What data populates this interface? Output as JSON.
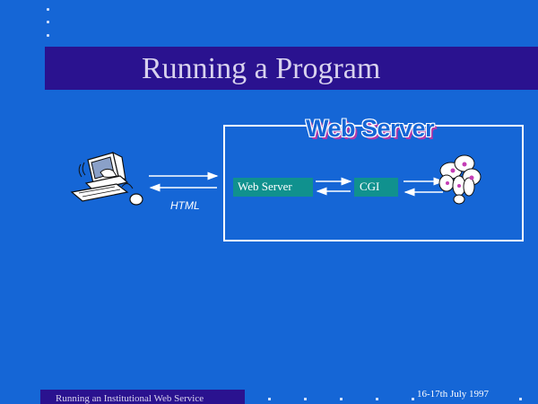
{
  "slide": {
    "title": "Running a Program",
    "server_title": "Web Server",
    "web_server_label": "Web Server",
    "cgi_label": "CGI",
    "html_label": "HTML"
  },
  "footer": {
    "left": "Running an Institutional Web Service",
    "right": "16-17th July 1997"
  },
  "icons": {
    "client": "computer-user-icon",
    "programs": "disks-icon",
    "mouse": "mouse-icon"
  },
  "colors": {
    "background": "#1566d6",
    "title_bar": "#2a128f",
    "box": "#10918e",
    "accent": "#b23aa8"
  }
}
